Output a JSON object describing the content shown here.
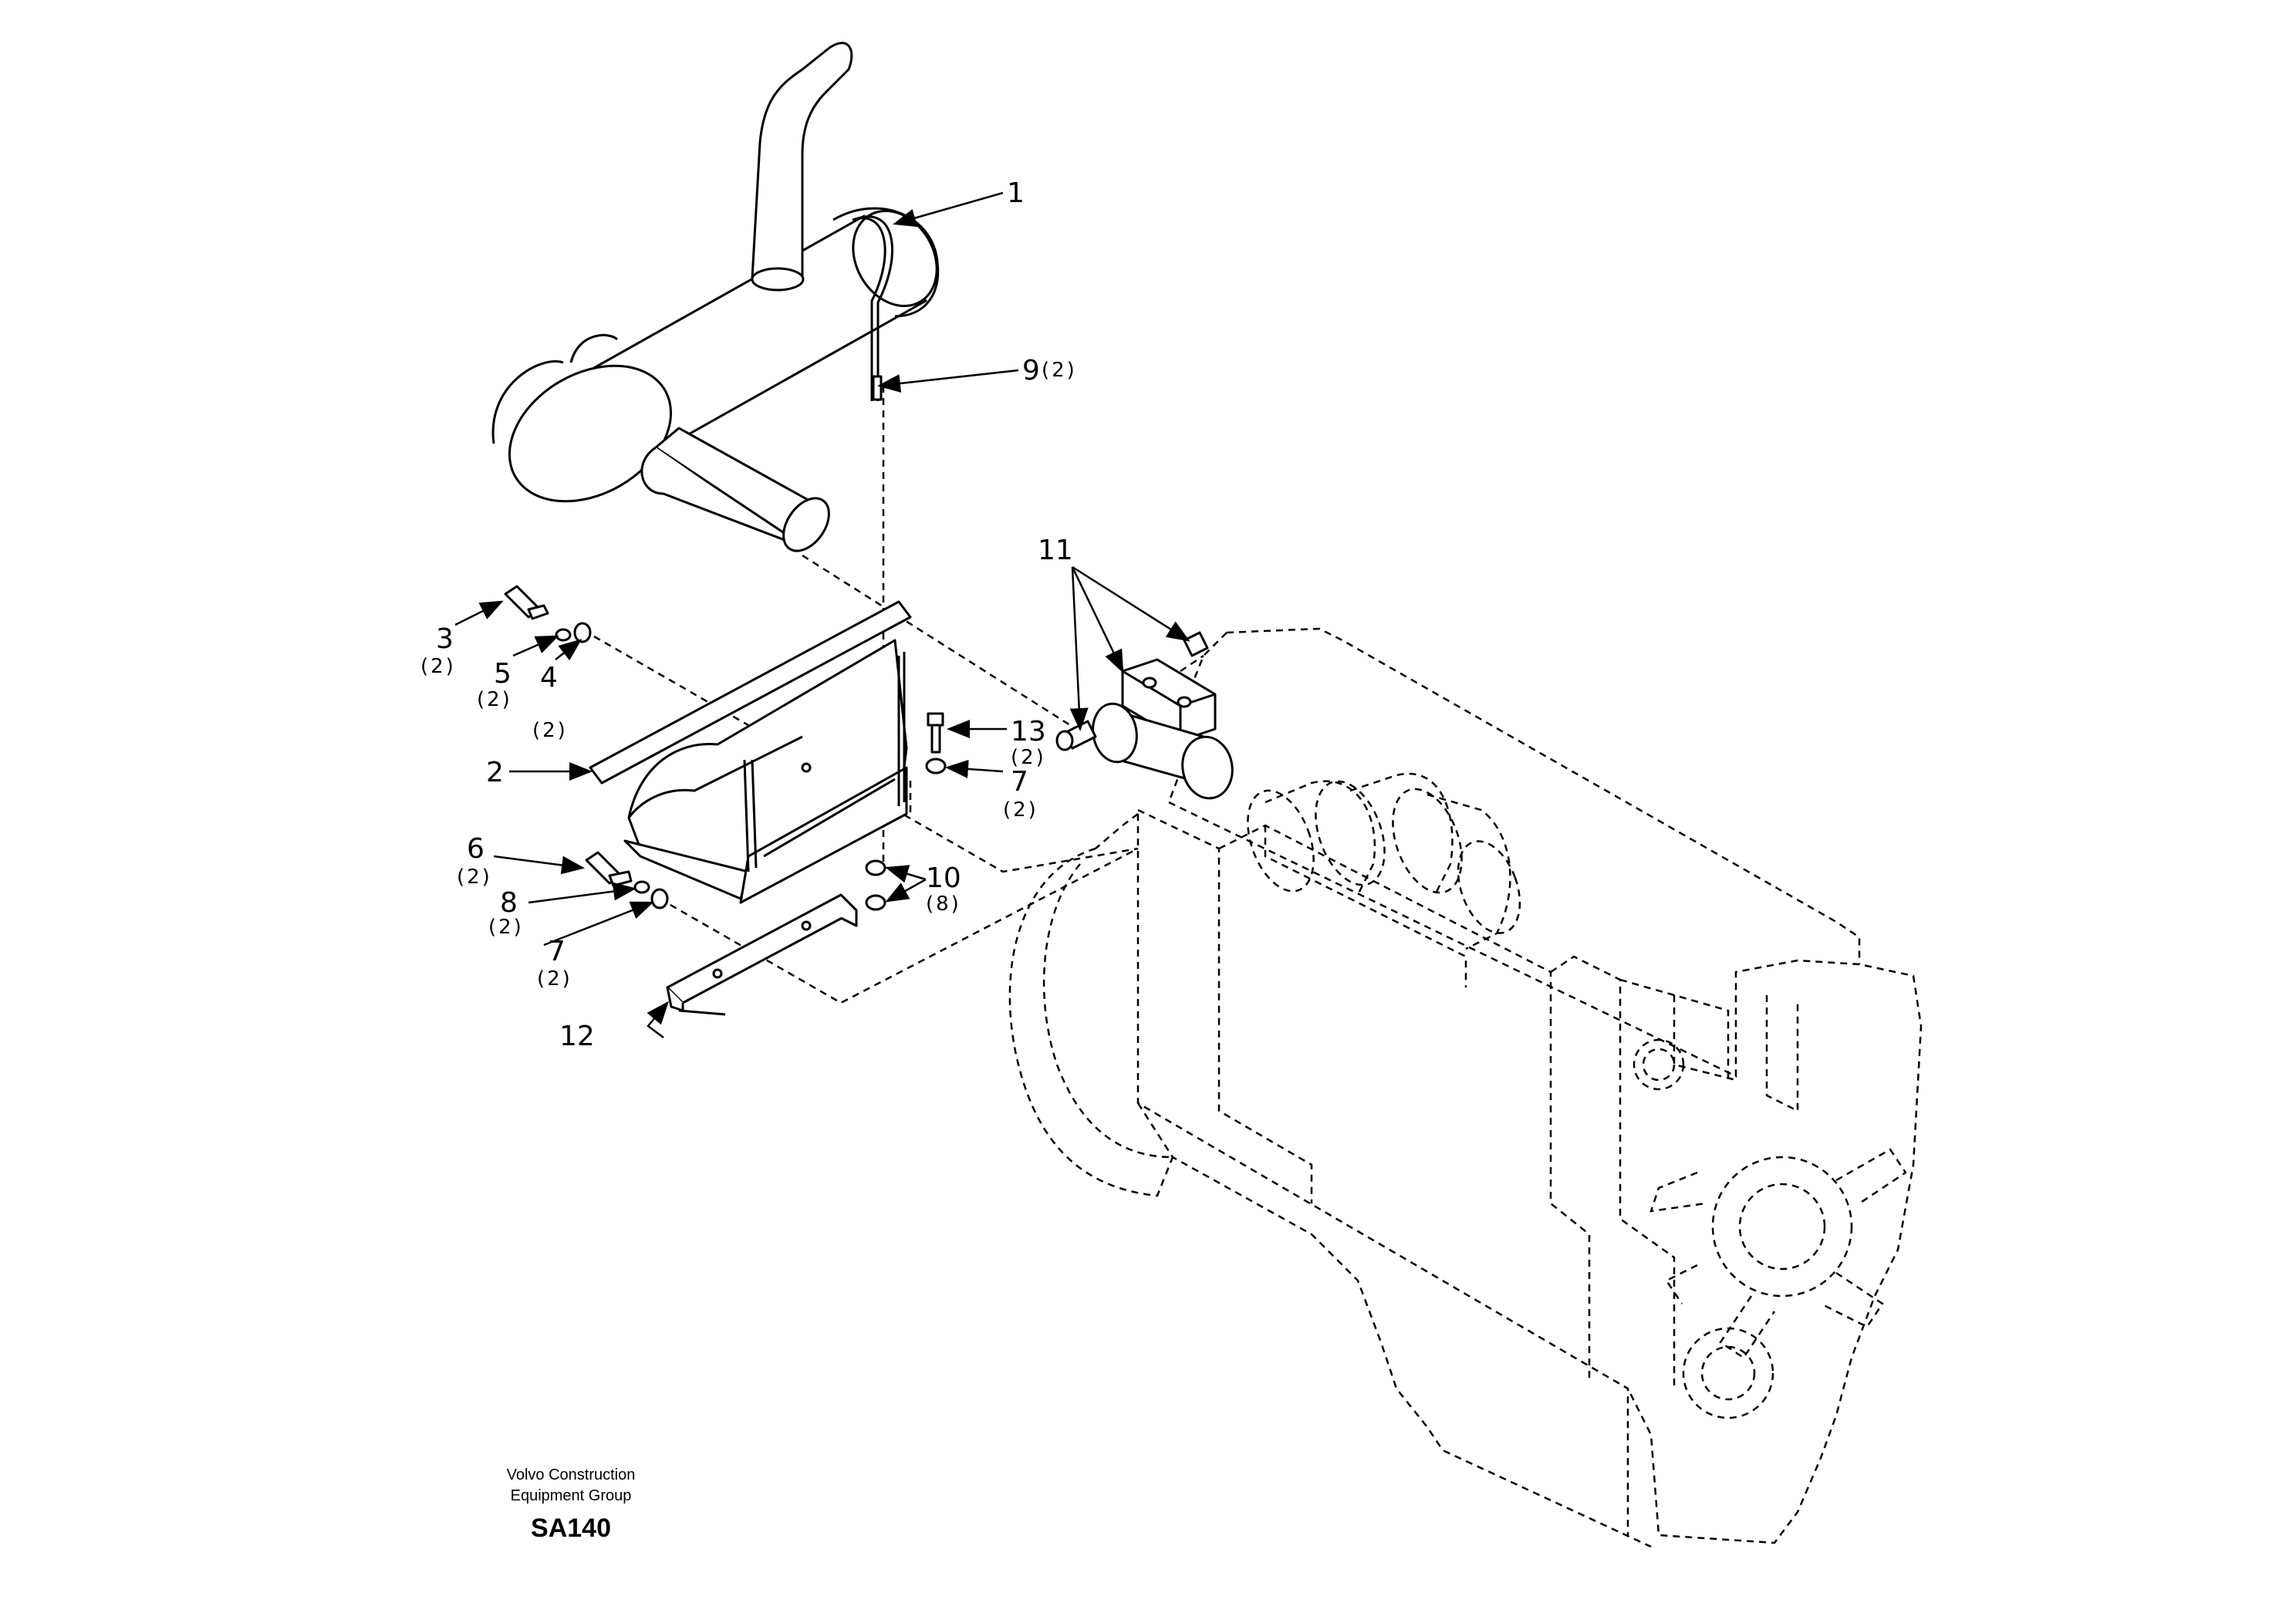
{
  "diagram": {
    "callouts": {
      "c1": {
        "num": "1",
        "qty": ""
      },
      "c2": {
        "num": "2",
        "qty": ""
      },
      "c3": {
        "num": "3",
        "qty": "(2)"
      },
      "c4": {
        "num": "4",
        "qty": "(2)"
      },
      "c5": {
        "num": "5",
        "qty": "(2)"
      },
      "c6": {
        "num": "6",
        "qty": "(2)"
      },
      "c7a": {
        "num": "7",
        "qty": "(2)"
      },
      "c7b": {
        "num": "7",
        "qty": "(2)"
      },
      "c8": {
        "num": "8",
        "qty": "(2)"
      },
      "c9": {
        "num": "9",
        "qty": "(2)"
      },
      "c10": {
        "num": "10",
        "qty": "(8)"
      },
      "c11": {
        "num": "11",
        "qty": ""
      },
      "c12": {
        "num": "12",
        "qty": ""
      },
      "c13": {
        "num": "13",
        "qty": "(2)"
      }
    },
    "footer": {
      "line1": "Volvo Construction",
      "line2": "Equipment Group",
      "code": "SA140"
    }
  }
}
